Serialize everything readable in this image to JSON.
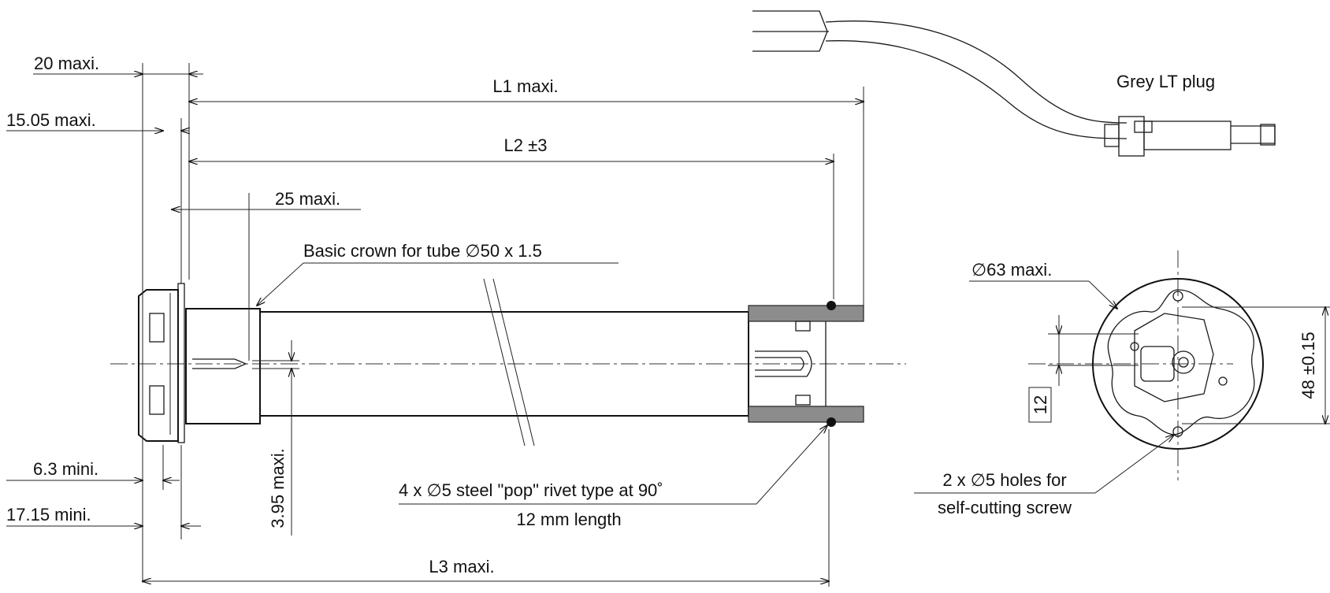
{
  "drawing": {
    "labels": {
      "dim_20": "20 maxi.",
      "dim_15": "15.05 maxi.",
      "dim_l1": "L1 maxi.",
      "dim_l2": "L2 ±3",
      "dim_25": "25 maxi.",
      "crown": "Basic crown for tube ∅50 x 1.5",
      "dim_6_3": "6.3 mini.",
      "dim_17": "17.15 mini.",
      "dim_3_95": "3.95 maxi.",
      "rivet_line1": "4 x ∅5 steel \"pop\" rivet type at 90˚",
      "rivet_line2": "12 mm length",
      "dim_l3": "L3 maxi.",
      "plug": "Grey LT plug",
      "dim_63": "∅63 maxi.",
      "dim_12": "12",
      "dim_48": "48 ±0.15",
      "holes_line1": "2 x ∅5 holes for",
      "holes_line2": "self-cutting screw"
    }
  }
}
